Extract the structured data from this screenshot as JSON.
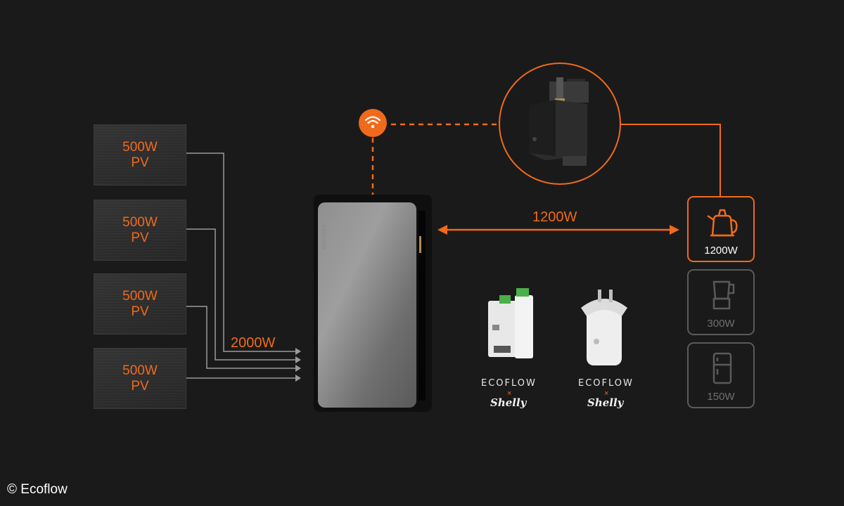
{
  "pv_panels": [
    {
      "power": "500W",
      "type": "PV"
    },
    {
      "power": "500W",
      "type": "PV"
    },
    {
      "power": "500W",
      "type": "PV"
    },
    {
      "power": "500W",
      "type": "PV"
    }
  ],
  "pv_total": "2000W",
  "link_power": "1200W",
  "appliances": [
    {
      "name": "kettle-icon",
      "power": "1200W",
      "active": true
    },
    {
      "name": "blender-icon",
      "power": "300W",
      "active": false
    },
    {
      "name": "fridge-icon",
      "power": "150W",
      "active": false
    }
  ],
  "battery_brand": "ECOFLOW",
  "accessories": [
    {
      "brand": "ECOFLOW",
      "times": "×",
      "partner": "Shelly"
    },
    {
      "brand": "ECOFLOW",
      "times": "×",
      "partner": "Shelly"
    }
  ],
  "copyright": "© Ecoflow",
  "colors": {
    "accent": "#f06a1c",
    "background": "#1b1a1a",
    "muted": "#5a5a5a"
  }
}
